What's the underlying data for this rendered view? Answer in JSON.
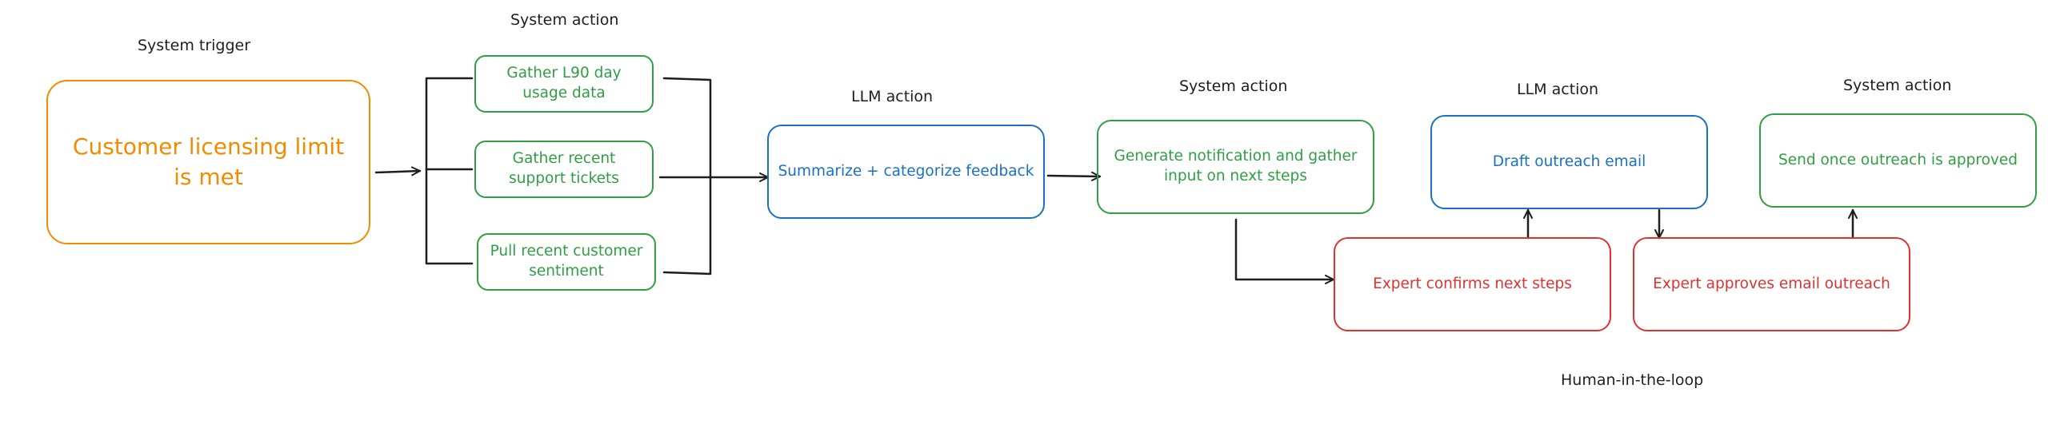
{
  "colors": {
    "trigger": "#f08c00",
    "system": "#2f9e44",
    "llm": "#1971c2",
    "human": "#e03131",
    "connector": "#1e1e1e"
  },
  "headings": {
    "system_trigger": "System trigger",
    "system_action_gather": "System action",
    "llm_action_summarize": "LLM action",
    "system_action_notify": "System action",
    "llm_action_draft": "LLM action",
    "system_action_send": "System action",
    "human_in_the_loop": "Human-in-the-loop"
  },
  "nodes": {
    "trigger": "Customer licensing limit is met",
    "gather_usage": "Gather L90 day usage data",
    "gather_tickets": "Gather recent support tickets",
    "pull_sentiment": "Pull recent customer sentiment",
    "summarize": "Summarize + categorize feedback",
    "generate_notification": "Generate notification and gather input on next steps",
    "expert_confirms": "Expert confirms next steps",
    "draft_email": "Draft outreach email",
    "expert_approves": "Expert approves email outreach",
    "send_outreach": "Send once outreach is approved"
  }
}
